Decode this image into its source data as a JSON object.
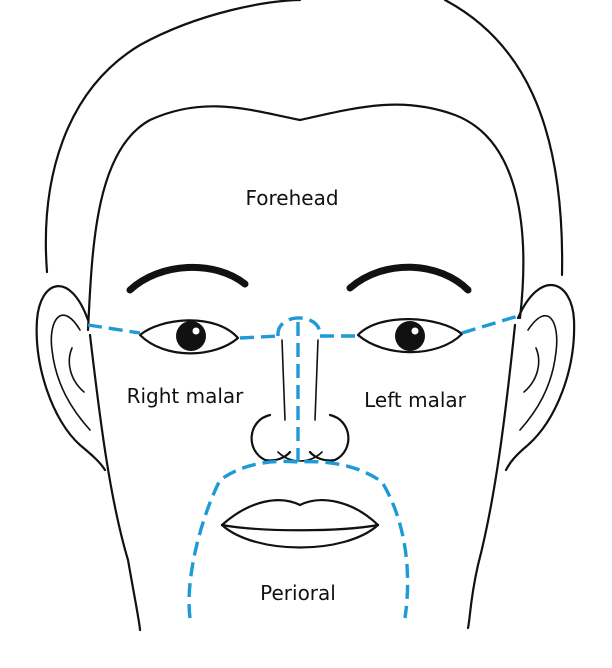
{
  "diagram": {
    "labels": {
      "forehead": "Forehead",
      "right_malar": "Right malar",
      "left_malar": "Left malar",
      "perioral": "Perioral"
    },
    "colors": {
      "outline": "#111111",
      "region_boundary": "#1e9ad6",
      "background": "#ffffff"
    },
    "boundary_style": "dashed"
  }
}
